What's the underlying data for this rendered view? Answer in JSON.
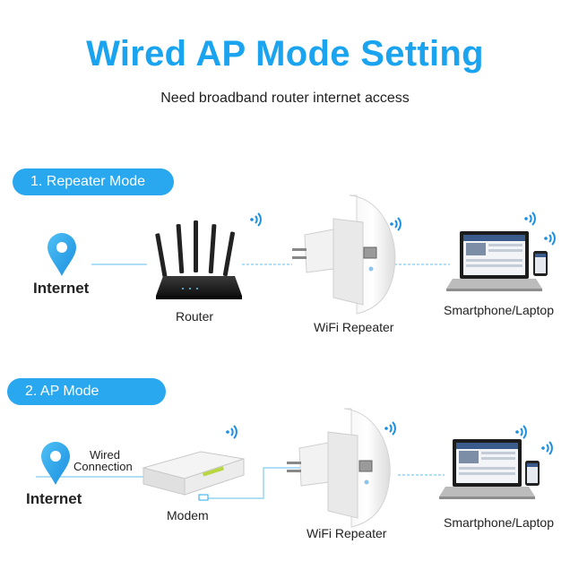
{
  "header": {
    "title": "Wired AP Mode Setting",
    "subtitle": "Need broadband router internet access"
  },
  "colors": {
    "accent": "#29a8ef",
    "title": "#1aa3ee",
    "line": "#7fcbf2"
  },
  "section1": {
    "pill": "1. Repeater Mode",
    "internet_label": "Internet",
    "router_label": "Router",
    "repeater_label": "WiFi Repeater",
    "device_label": "Smartphone/Laptop"
  },
  "section2": {
    "pill": "2. AP Mode",
    "internet_label": "Internet",
    "wired_line1": "Wired",
    "wired_line2": "Connection",
    "modem_label": "Modem",
    "repeater_label": "WiFi Repeater",
    "device_label": "Smartphone/Laptop"
  },
  "icons": [
    "location-pin-icon",
    "wifi-signal-icon",
    "router-icon",
    "wifi-repeater-icon",
    "laptop-icon",
    "smartphone-icon",
    "modem-icon"
  ]
}
